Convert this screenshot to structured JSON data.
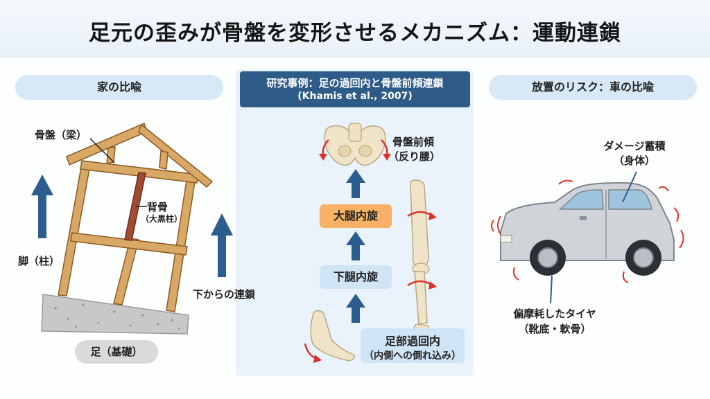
{
  "title": "足元の歪みが骨盤を変形させるメカニズム：運動連鎖",
  "left": {
    "header": "家の比喩",
    "pelvis_label": "骨盤（梁）",
    "spine_label_1": "背骨",
    "spine_label_2": "（大黒柱）",
    "leg_label": "脚（柱）",
    "chain_label": "下からの連鎖",
    "foundation_label": "足（基礎）"
  },
  "center": {
    "header_line1": "研究事例：足の過回内と骨盤前傾連鎖",
    "header_line2": "(Khamis et al., 2007)",
    "pelvis_tilt_1": "骨盤前傾",
    "pelvis_tilt_2": "（反り腰）",
    "femur_rotation": "大腿内旋",
    "tibia_rotation": "下腿内旋",
    "foot_pronation_1": "足部過回内",
    "foot_pronation_2": "（内側への倒れ込み）"
  },
  "right": {
    "header": "放置のリスク：車の比喩",
    "damage_1": "ダメージ蓄積",
    "damage_2": "（身体）",
    "tire_1": "偏摩耗したタイヤ",
    "tire_2": "（靴底・軟骨）"
  },
  "colors": {
    "navy": "#2f5b88",
    "arrow": "#2c5d8e",
    "wood": "#d9a866",
    "orange": "#f7b167",
    "red": "#d9322a"
  }
}
